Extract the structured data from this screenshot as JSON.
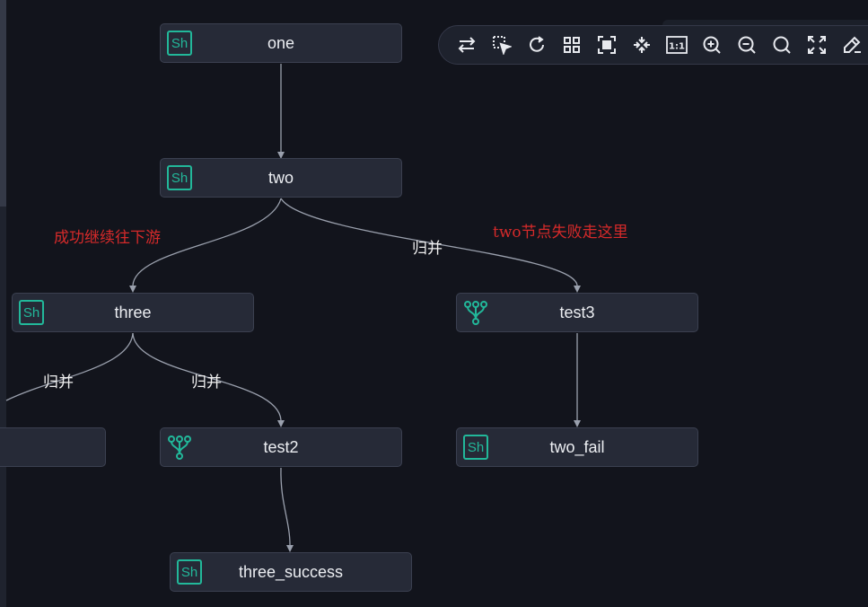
{
  "nodes": {
    "one": {
      "label": "one",
      "icon": "shell-icon",
      "icon_text": "Sh"
    },
    "two": {
      "label": "two",
      "icon": "shell-icon",
      "icon_text": "Sh"
    },
    "three": {
      "label": "three",
      "icon": "shell-icon",
      "icon_text": "Sh"
    },
    "test3": {
      "label": "test3",
      "icon": "branch-icon"
    },
    "test2": {
      "label": "test2",
      "icon": "branch-icon"
    },
    "two_fail": {
      "label": "two_fail",
      "icon": "shell-icon",
      "icon_text": "Sh"
    },
    "three_success": {
      "label": "three_success",
      "icon": "shell-icon",
      "icon_text": "Sh"
    }
  },
  "edge_labels": {
    "two_to_test3": "归并",
    "three_to_left": "归并",
    "three_to_test2": "归并"
  },
  "notes": {
    "success": "成功继续往下游",
    "failure": "two节点失败走这里"
  },
  "toolbar": {
    "tools": [
      "swap-icon",
      "select-icon",
      "refresh-icon",
      "grid-icon",
      "fit-icon",
      "center-icon",
      "actual-size-icon",
      "zoom-in-icon",
      "zoom-out-icon",
      "search-icon",
      "fullscreen-icon",
      "format-icon"
    ],
    "actual_size_text": "1:1"
  },
  "colors": {
    "background": "#12141c",
    "node_fill": "#262a37",
    "accent": "#22b89a",
    "note": "#d62a2a",
    "edge": "#9aa0ad"
  }
}
